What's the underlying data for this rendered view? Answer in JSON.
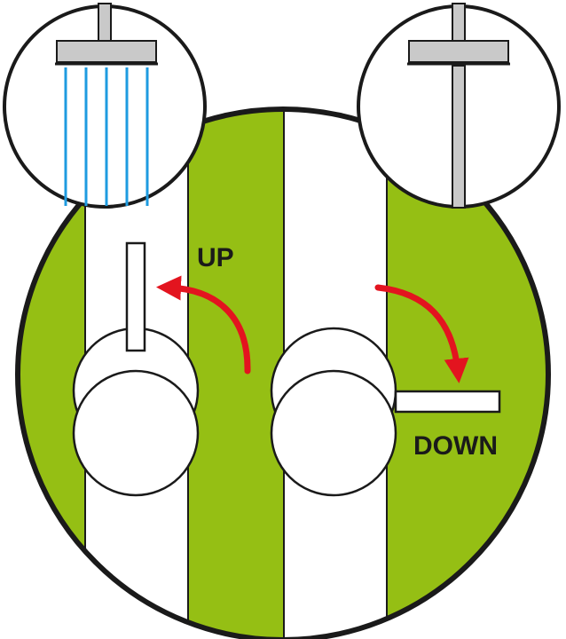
{
  "labels": {
    "up": "UP",
    "down": "DOWN"
  },
  "colors": {
    "green": "#95bf14",
    "outline": "#1a1a1a",
    "arrow": "#e3141f",
    "water": "#1e9be0",
    "fixture": "#c9c9c9",
    "background": "#ffffff"
  },
  "icons": {
    "shower_on": "shower-head-water-flowing-icon",
    "shower_off": "shower-head-no-water-icon",
    "arrow_up": "curved-arrow-left-icon",
    "arrow_down": "curved-arrow-down-icon"
  },
  "state": {
    "left_lever": "up",
    "right_lever": "down",
    "left_shower": "on",
    "right_shower": "off"
  }
}
